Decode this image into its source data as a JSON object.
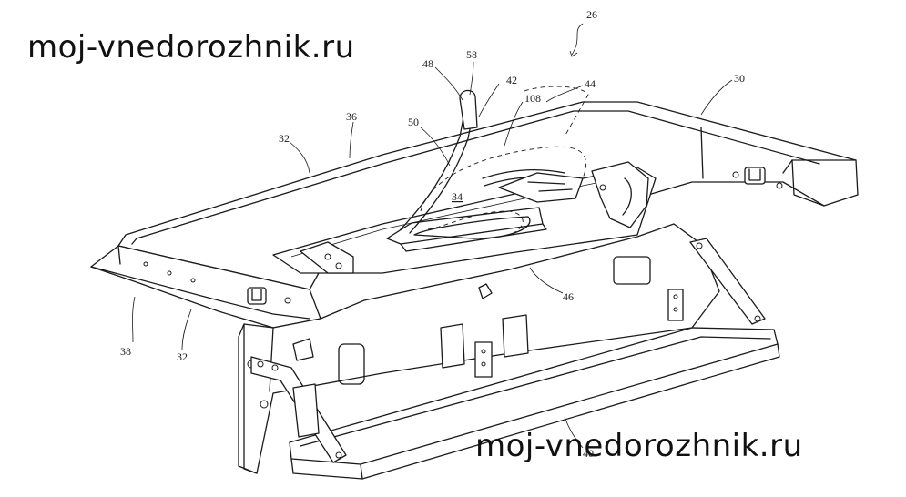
{
  "watermarks": {
    "top": "moj-vnedorozhnik.ru",
    "bottom": "moj-vnedorozhnik.ru"
  },
  "reference_numerals": {
    "n26": "26",
    "n58": "58",
    "n48": "48",
    "n42": "42",
    "n44": "44",
    "n108": "108",
    "n30": "30",
    "n36": "36",
    "n32a": "32",
    "n50": "50",
    "n34": "34",
    "n46": "46",
    "n38": "38",
    "n32b": "32",
    "n40": "40"
  }
}
